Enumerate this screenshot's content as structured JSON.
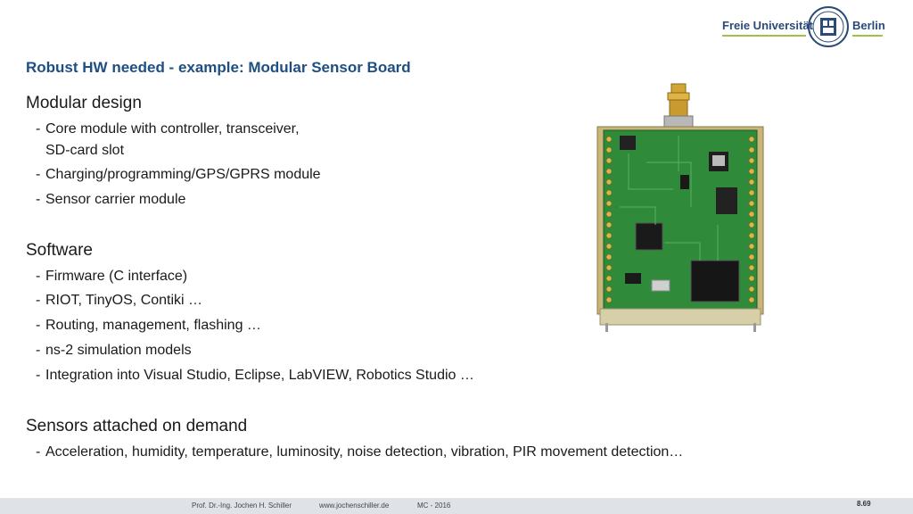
{
  "logo": {
    "left": "Freie Universität",
    "right": "Berlin"
  },
  "title": "Robust HW needed - example: Modular Sensor Board",
  "sections": [
    {
      "heading": "Modular design",
      "bullets": [
        "Core module with controller, transceiver,",
        "Charging/programming/GPS/GPRS module",
        "Sensor carrier module"
      ],
      "continuation": "SD-card slot"
    },
    {
      "heading": "Software",
      "bullets": [
        "Firmware (C interface)",
        "RIOT, TinyOS, Contiki …",
        "Routing, management, flashing …",
        "ns-2 simulation models",
        "Integration into Visual Studio, Eclipse, LabVIEW, Robotics Studio …"
      ]
    },
    {
      "heading": "Sensors attached on demand",
      "bullets": [
        "Acceleration, humidity, temperature, luminosity, noise detection, vibration, PIR movement detection…"
      ]
    }
  ],
  "footer": {
    "author": "Prof. Dr.-Ing. Jochen H. Schiller",
    "website": "www.jochenschiller.de",
    "course": "MC - 2016",
    "page": "8.69"
  }
}
